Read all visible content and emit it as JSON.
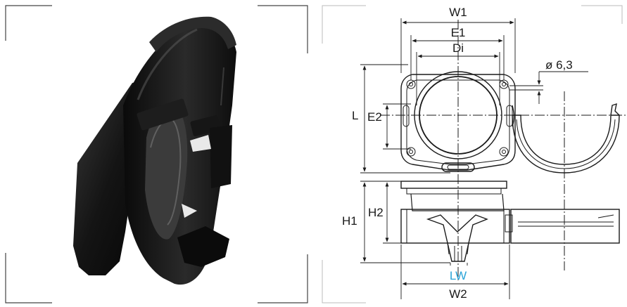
{
  "labels": {
    "w1": "W1",
    "e1": "E1",
    "di": "Di",
    "hole": "ø 6,3",
    "l": "L",
    "e2": "E2",
    "h1": "H1",
    "h2": "H2",
    "lw": "LW",
    "w2": "W2"
  },
  "colors": {
    "line": "#1a1a1a",
    "accent": "#29a3d8",
    "frame": "#444444",
    "divider": "#bbbbbb"
  }
}
